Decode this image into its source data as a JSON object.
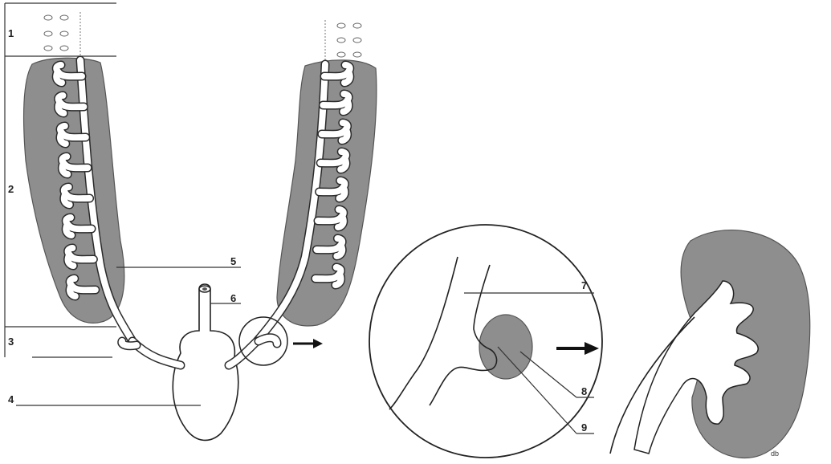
{
  "labels": {
    "l1": "1",
    "l2": "2",
    "l3": "3",
    "l4": "4",
    "l5": "5",
    "l6": "6",
    "l7": "7",
    "l8": "8",
    "l9": "9"
  },
  "signature": "db",
  "colors": {
    "tissue": "#8e8e8e",
    "outline": "#222222",
    "background": "#ffffff"
  }
}
